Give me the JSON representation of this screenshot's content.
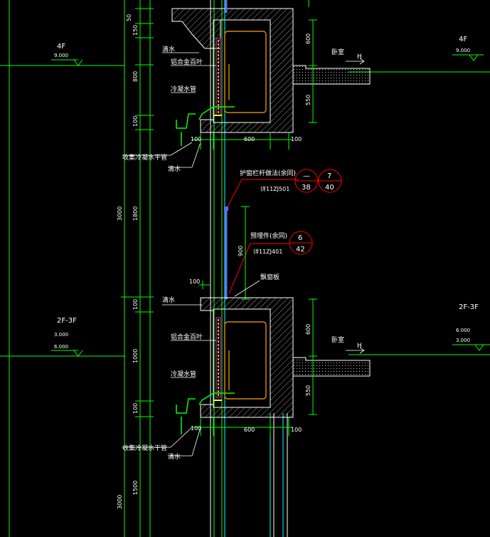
{
  "levels": {
    "left_top": {
      "name": "4F",
      "value": "9.000"
    },
    "right_top": {
      "name": "4F",
      "value": "9.000"
    },
    "left_mid": {
      "name": "2F-3F",
      "value1": "3.000",
      "value2": "6.000"
    },
    "right_mid": {
      "name": "2F-3F",
      "value1": "6.000",
      "value2": "3.000"
    }
  },
  "vertical_dims": {
    "top_50": "50",
    "top_150": "150",
    "d800": "800",
    "d100a": "100",
    "d3000": "3000",
    "d1800": "1800",
    "d100b": "100",
    "d1000": "1000",
    "d100c": "100",
    "d1500": "1500",
    "d3000b": "3000",
    "right_600a": "600",
    "right_550a": "550",
    "right_900": "900",
    "right_600b": "600",
    "right_550b": "550"
  },
  "horizontal_dims": {
    "top": [
      "100",
      "600",
      "100"
    ],
    "bottom": [
      "100",
      "600",
      "100"
    ],
    "mid_100": "100"
  },
  "labels": {
    "drip_top": "滴水",
    "louver_top": "铝合金百叶",
    "condensate_pipe_top": "冷凝水管",
    "collect_pipe_top": "收集冷凝水干管",
    "drip_top_b": "滴水",
    "bedroom_top": "卧室",
    "h_top": "H",
    "railing": "护窗栏杆做法(余同)",
    "railing_ref": "详11ZJ501",
    "embed": "预埋件(余同)",
    "embed_ref": "详11ZJ401",
    "bay_window": "飘窗板",
    "drip_mid": "滴水",
    "louver_mid": "铝合金百叶",
    "condensate_pipe_mid": "冷凝水管",
    "bedroom_mid": "卧室",
    "h_mid": "H",
    "collect_pipe_bot": "收集冷凝水干管",
    "drip_bot": "滴水"
  },
  "bubbles": {
    "b1_top": "—",
    "b1_bot": "38",
    "b2_top": "7",
    "b2_bot": "40",
    "b3_top": "6",
    "b3_bot": "42"
  },
  "colors": {
    "background": "#000000",
    "wall": "#ffffff",
    "green": "#00ff00",
    "red": "#ff0000",
    "yellow": "#ffff00",
    "blue": "#5555ff",
    "magenta": "#ff00ff",
    "orange": "#ff8000",
    "cyan": "#00ffff"
  }
}
